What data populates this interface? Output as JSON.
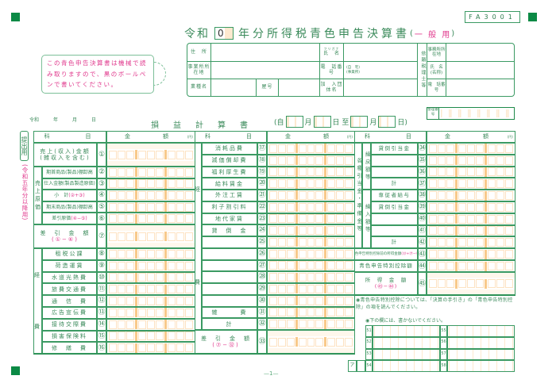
{
  "form_code": "FA3001",
  "title": {
    "era": "令和",
    "year": "0",
    "main": "年分所得税青色申告決算書",
    "paren_open": "(",
    "type": "一 般 用",
    "paren_close": ")"
  },
  "notice": "この青色申告決算書は機械で読み取りますので、黒のボールペンで書いてください。",
  "info": {
    "address": "住　所",
    "office_address": "事業所所在地",
    "business_type": "業種名",
    "shop_name": "屋号",
    "furigana": "フリガナ",
    "name": "氏　名",
    "phone": "電　話番　号",
    "phone_home": "(自　宅)",
    "phone_office": "(事業所)",
    "association": "加　入団体名",
    "accountant": "依頼税理士等",
    "acc_office": "事務所所在地",
    "acc_name": "氏　名(名称)",
    "acc_phone": "電　話番　号"
  },
  "date_line": {
    "era": "令和",
    "year": "年",
    "month": "月",
    "day": "日"
  },
  "statement": {
    "title": "損　益　計　算　書",
    "from": "(自",
    "month1": "月",
    "day1": "日 至",
    "month2": "月",
    "day2": "日)"
  },
  "ref_number_label": "整理番号",
  "submission": {
    "badge": "提出用",
    "note": "(令和五年分以降用)"
  },
  "headers": {
    "item": "科　　　目",
    "amount": "金　　　額",
    "unit": "(円)"
  },
  "left": {
    "cogs_group": "売上原価",
    "expense_group": "経",
    "expense_group2": "費",
    "rows": [
      {
        "num": "①",
        "label": "売上(収入)金額",
        "sub": "(雑収入を含む)"
      },
      {
        "num": "②",
        "label": "期首商品(製品)棚卸高"
      },
      {
        "num": "③",
        "label": "仕入金額(製品製造原価)"
      },
      {
        "num": "④",
        "label": "小　計",
        "formula": "(②+③)"
      },
      {
        "num": "⑤",
        "label": "期末商品(製品)棚卸高"
      },
      {
        "num": "⑥",
        "label": "差引原価",
        "formula": "(④−⑤)"
      },
      {
        "num": "⑦",
        "label": "差　引　金　額",
        "formula": "(①−⑥)"
      },
      {
        "num": "⑧",
        "label": "租税公課"
      },
      {
        "num": "⑨",
        "label": "荷造運賃"
      },
      {
        "num": "⑩",
        "label": "水道光熱費"
      },
      {
        "num": "⑪",
        "label": "旅費交通費"
      },
      {
        "num": "⑫",
        "label": "通　信　費"
      },
      {
        "num": "⑬",
        "label": "広告宣伝費"
      },
      {
        "num": "⑭",
        "label": "接待交際費"
      },
      {
        "num": "⑮",
        "label": "損害保険料"
      },
      {
        "num": "⑯",
        "label": "修　繕　費"
      }
    ]
  },
  "middle": {
    "group1": "経",
    "group2": "費",
    "rows": [
      {
        "num": "⑰",
        "label": "消耗品費"
      },
      {
        "num": "⑱",
        "label": "減価償却費"
      },
      {
        "num": "⑲",
        "label": "福利厚生費"
      },
      {
        "num": "⑳",
        "label": "給料賃金"
      },
      {
        "num": "㉑",
        "label": "外注工賃"
      },
      {
        "num": "㉒",
        "label": "利子割引料"
      },
      {
        "num": "㉓",
        "label": "地代家賃"
      },
      {
        "num": "㉔",
        "label": "貸　倒　金"
      },
      {
        "num": "㉕",
        "label": ""
      },
      {
        "num": "㉖",
        "label": ""
      },
      {
        "num": "㉗",
        "label": ""
      },
      {
        "num": "㉘",
        "label": ""
      },
      {
        "num": "㉙",
        "label": ""
      },
      {
        "num": "㉚",
        "label": ""
      },
      {
        "num": "㉛",
        "label": "雑　　　費"
      },
      {
        "num": "㉜",
        "label": "計"
      },
      {
        "num": "㉝",
        "label": "差　引　金　額",
        "formula": "(⑦−㉜)"
      }
    ]
  },
  "right": {
    "group_outer": "各種引当金・準備金等",
    "group_reversal": "繰戻額等",
    "group_provision": "繰入額等",
    "rows": [
      {
        "num": "㉞",
        "label": "貸倒引当金"
      },
      {
        "num": "㉟",
        "label": ""
      },
      {
        "num": "㊱",
        "label": ""
      },
      {
        "num": "㊲",
        "label": "計"
      },
      {
        "num": "㊳",
        "label": "専従者給与"
      },
      {
        "num": "㊴",
        "label": "貸倒引当金"
      },
      {
        "num": "㊵",
        "label": ""
      },
      {
        "num": "㊶",
        "label": ""
      },
      {
        "num": "㊷",
        "label": "計"
      },
      {
        "num": "㊸",
        "label": "青色申告特別控除前の所得金額",
        "formula": "(㉝+㊲−㊷)"
      },
      {
        "num": "㊹",
        "label": "青色申告特別控除額"
      },
      {
        "num": "㊺",
        "label": "所　得　金　額",
        "formula": "(㊸−㊹)"
      }
    ]
  },
  "special_note": "◉青色申告特別控除については、「決算の手引き」の「青色申告特別控除」の項を読んでください。",
  "office_use_note": "◉下の欄には、書かないでください。",
  "office_grid": {
    "left": [
      "51",
      "52",
      "53",
      "54"
    ],
    "right": [
      "55",
      "56",
      "57",
      "58"
    ],
    "extra": "ア"
  },
  "page_number": "—1—"
}
